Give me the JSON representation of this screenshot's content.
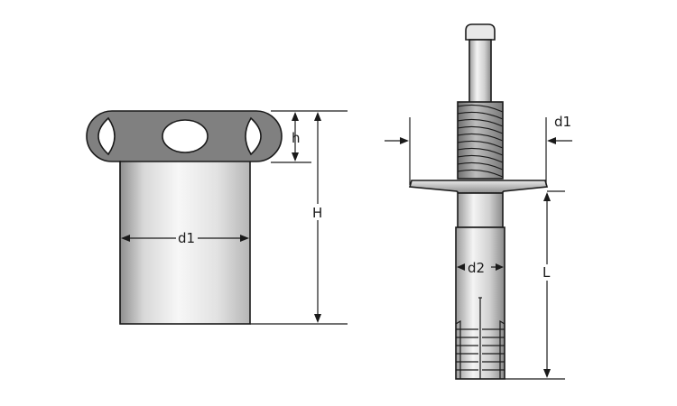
{
  "cap": {
    "label_h": "h",
    "label_H": "H",
    "label_d1": "d1"
  },
  "anchor": {
    "label_d1": "d1",
    "label_d2": "d2",
    "label_L": "L"
  },
  "colors": {
    "line": "#1a1a1a",
    "cap_fill": "#808080",
    "metal_light": "#f2f2f2",
    "metal_dark": "#8c8c8c"
  }
}
